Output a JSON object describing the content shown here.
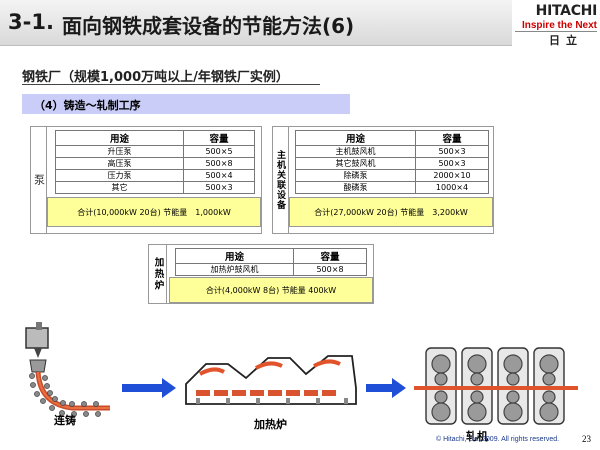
{
  "header": {
    "number": "3-1.",
    "title": "面向钢铁成套设备的节能方法(6)"
  },
  "logo": {
    "brand": "HITACHI",
    "slogan": "Inspire the Next",
    "jp": "日立"
  },
  "subtitle": "钢铁厂（规模1,000万吨以上/年钢铁厂实例）",
  "section": "（4）铸造～轧制工序",
  "pump_table": {
    "side_label": "泵",
    "headers": [
      "用途",
      "容量"
    ],
    "rows": [
      [
        "升压泵",
        "500×5"
      ],
      [
        "高压泵",
        "500×8"
      ],
      [
        "压力泵",
        "500×4"
      ],
      [
        "其它",
        "500×3"
      ]
    ],
    "total": "合计(10,000kW 20台) 节能量　1,000kW"
  },
  "aux_table": {
    "side_label": "主机关联设备",
    "headers": [
      "用途",
      "容量"
    ],
    "rows": [
      [
        "主机鼓风机",
        "500×3"
      ],
      [
        "其它鼓风机",
        "500×3"
      ],
      [
        "除磷泵",
        "2000×10"
      ],
      [
        "酸磷泵",
        "1000×4"
      ]
    ],
    "total": "合计(27,000kW 20台) 节能量　3,200kW"
  },
  "furnace_table": {
    "side_label": "加热炉",
    "headers": [
      "用途",
      "容量"
    ],
    "rows": [
      [
        "加热炉鼓风机",
        "500×8"
      ]
    ],
    "total": "合计(4,000kW 8台) 节能量 400kW"
  },
  "process": {
    "casting": "连铸",
    "furnace": "加热炉",
    "rolling": "轧机"
  },
  "footer": {
    "copyright": "© Hitachi, Ltd. 2009.  All rights reserved.",
    "page": "23"
  },
  "colors": {
    "section_bar": "#c9cdf7",
    "total_fill": "#ffff99",
    "arrow": "#1f4fd6",
    "brand_red": "#cc0000"
  }
}
